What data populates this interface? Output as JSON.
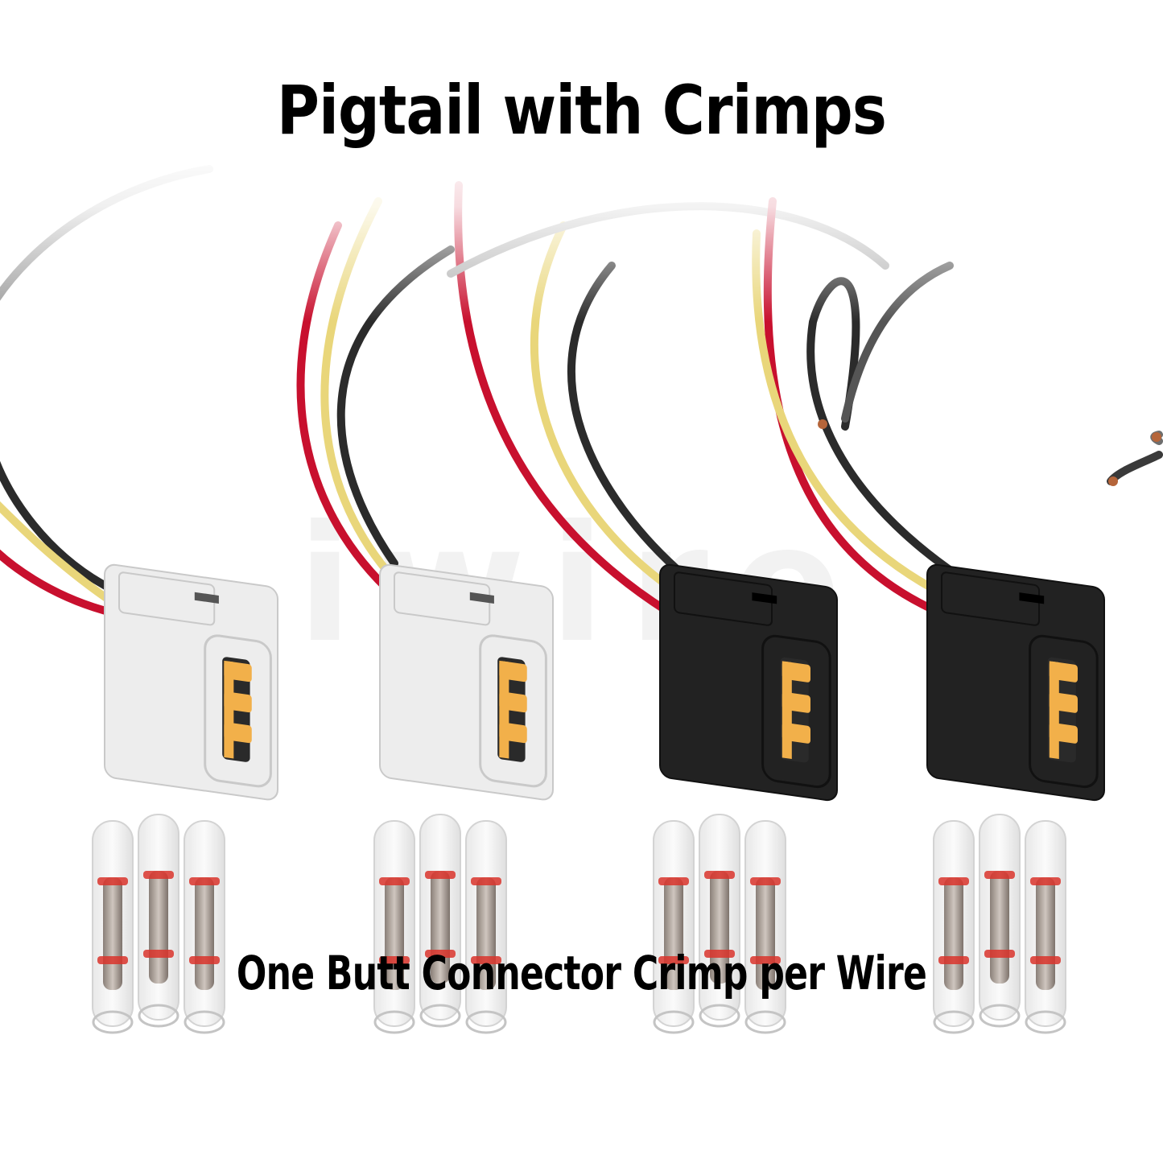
{
  "title": "Pigtail with Crimps",
  "caption": "One Butt Connector Crimp per Wire",
  "watermark": "iwire",
  "colors": {
    "wire_red": "#c8102e",
    "wire_yellow": "#e9d67a",
    "wire_black": "#2b2b2b",
    "connector_white": "#ededed",
    "connector_black": "#222222",
    "terminal": "#f2b04a",
    "crimp_band": "#d9342b"
  },
  "products": [
    {
      "connector_color": "white",
      "wires": [
        "red",
        "yellow",
        "black"
      ],
      "crimp_count": 3
    },
    {
      "connector_color": "white",
      "wires": [
        "red",
        "yellow",
        "black"
      ],
      "crimp_count": 3
    },
    {
      "connector_color": "black",
      "wires": [
        "red",
        "yellow",
        "black"
      ],
      "crimp_count": 3
    },
    {
      "connector_color": "black",
      "wires": [
        "red",
        "yellow",
        "black"
      ],
      "crimp_count": 3
    }
  ]
}
